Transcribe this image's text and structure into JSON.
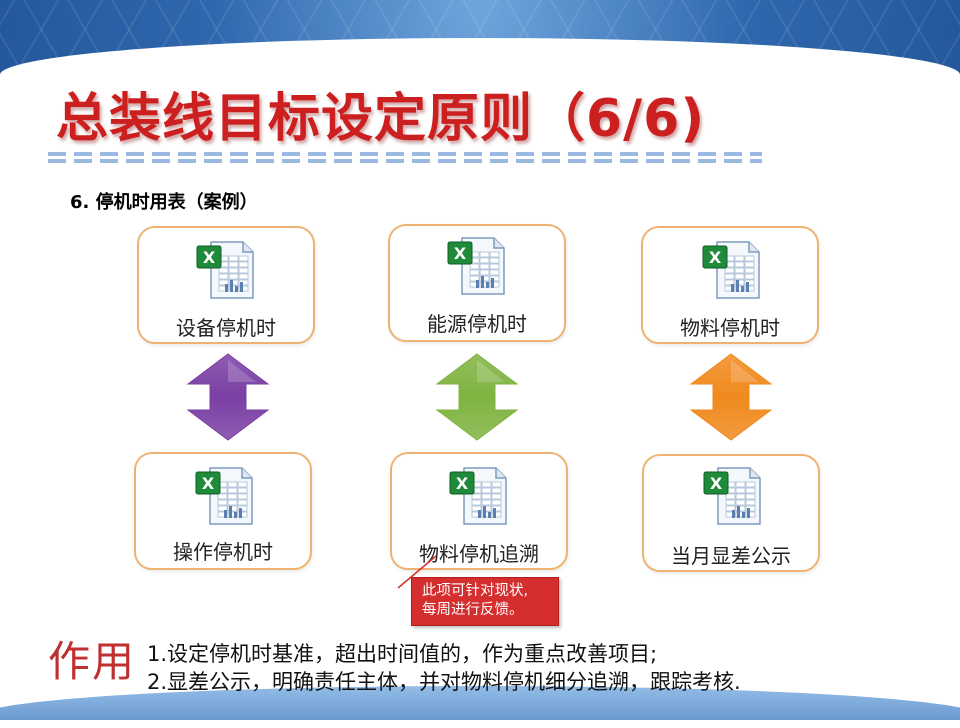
{
  "title": "总装线目标设定原则（6/6)",
  "subtitle": "6. 停机时用表（案例）",
  "icon_name": "excel-file-icon",
  "top_cards": [
    {
      "label": "设备停机时"
    },
    {
      "label": "能源停机时"
    },
    {
      "label": "物料停机时"
    }
  ],
  "bottom_cards": [
    {
      "label": "操作停机时"
    },
    {
      "label": "物料停机追溯"
    },
    {
      "label": "当月显差公示"
    }
  ],
  "arrows": [
    {
      "name": "double-arrow-purple-icon",
      "color": "#7a3fa4"
    },
    {
      "name": "double-arrow-green-icon",
      "color": "#7fb341"
    },
    {
      "name": "double-arrow-orange-icon",
      "color": "#f08a1e"
    }
  ],
  "note": {
    "line1": "此项可针对现状,",
    "line2": "每周进行反馈。"
  },
  "effect": {
    "label": "作用",
    "item1": "1.设定停机时基准，超出时间值的，作为重点改善项目;",
    "item2": "2.显差公示，明确责任主体，并对物料停机细分追溯，跟踪考核."
  },
  "colors": {
    "title": "#cc1f1f",
    "card_border": "#f0b272",
    "note_bg": "#d42e2e"
  }
}
